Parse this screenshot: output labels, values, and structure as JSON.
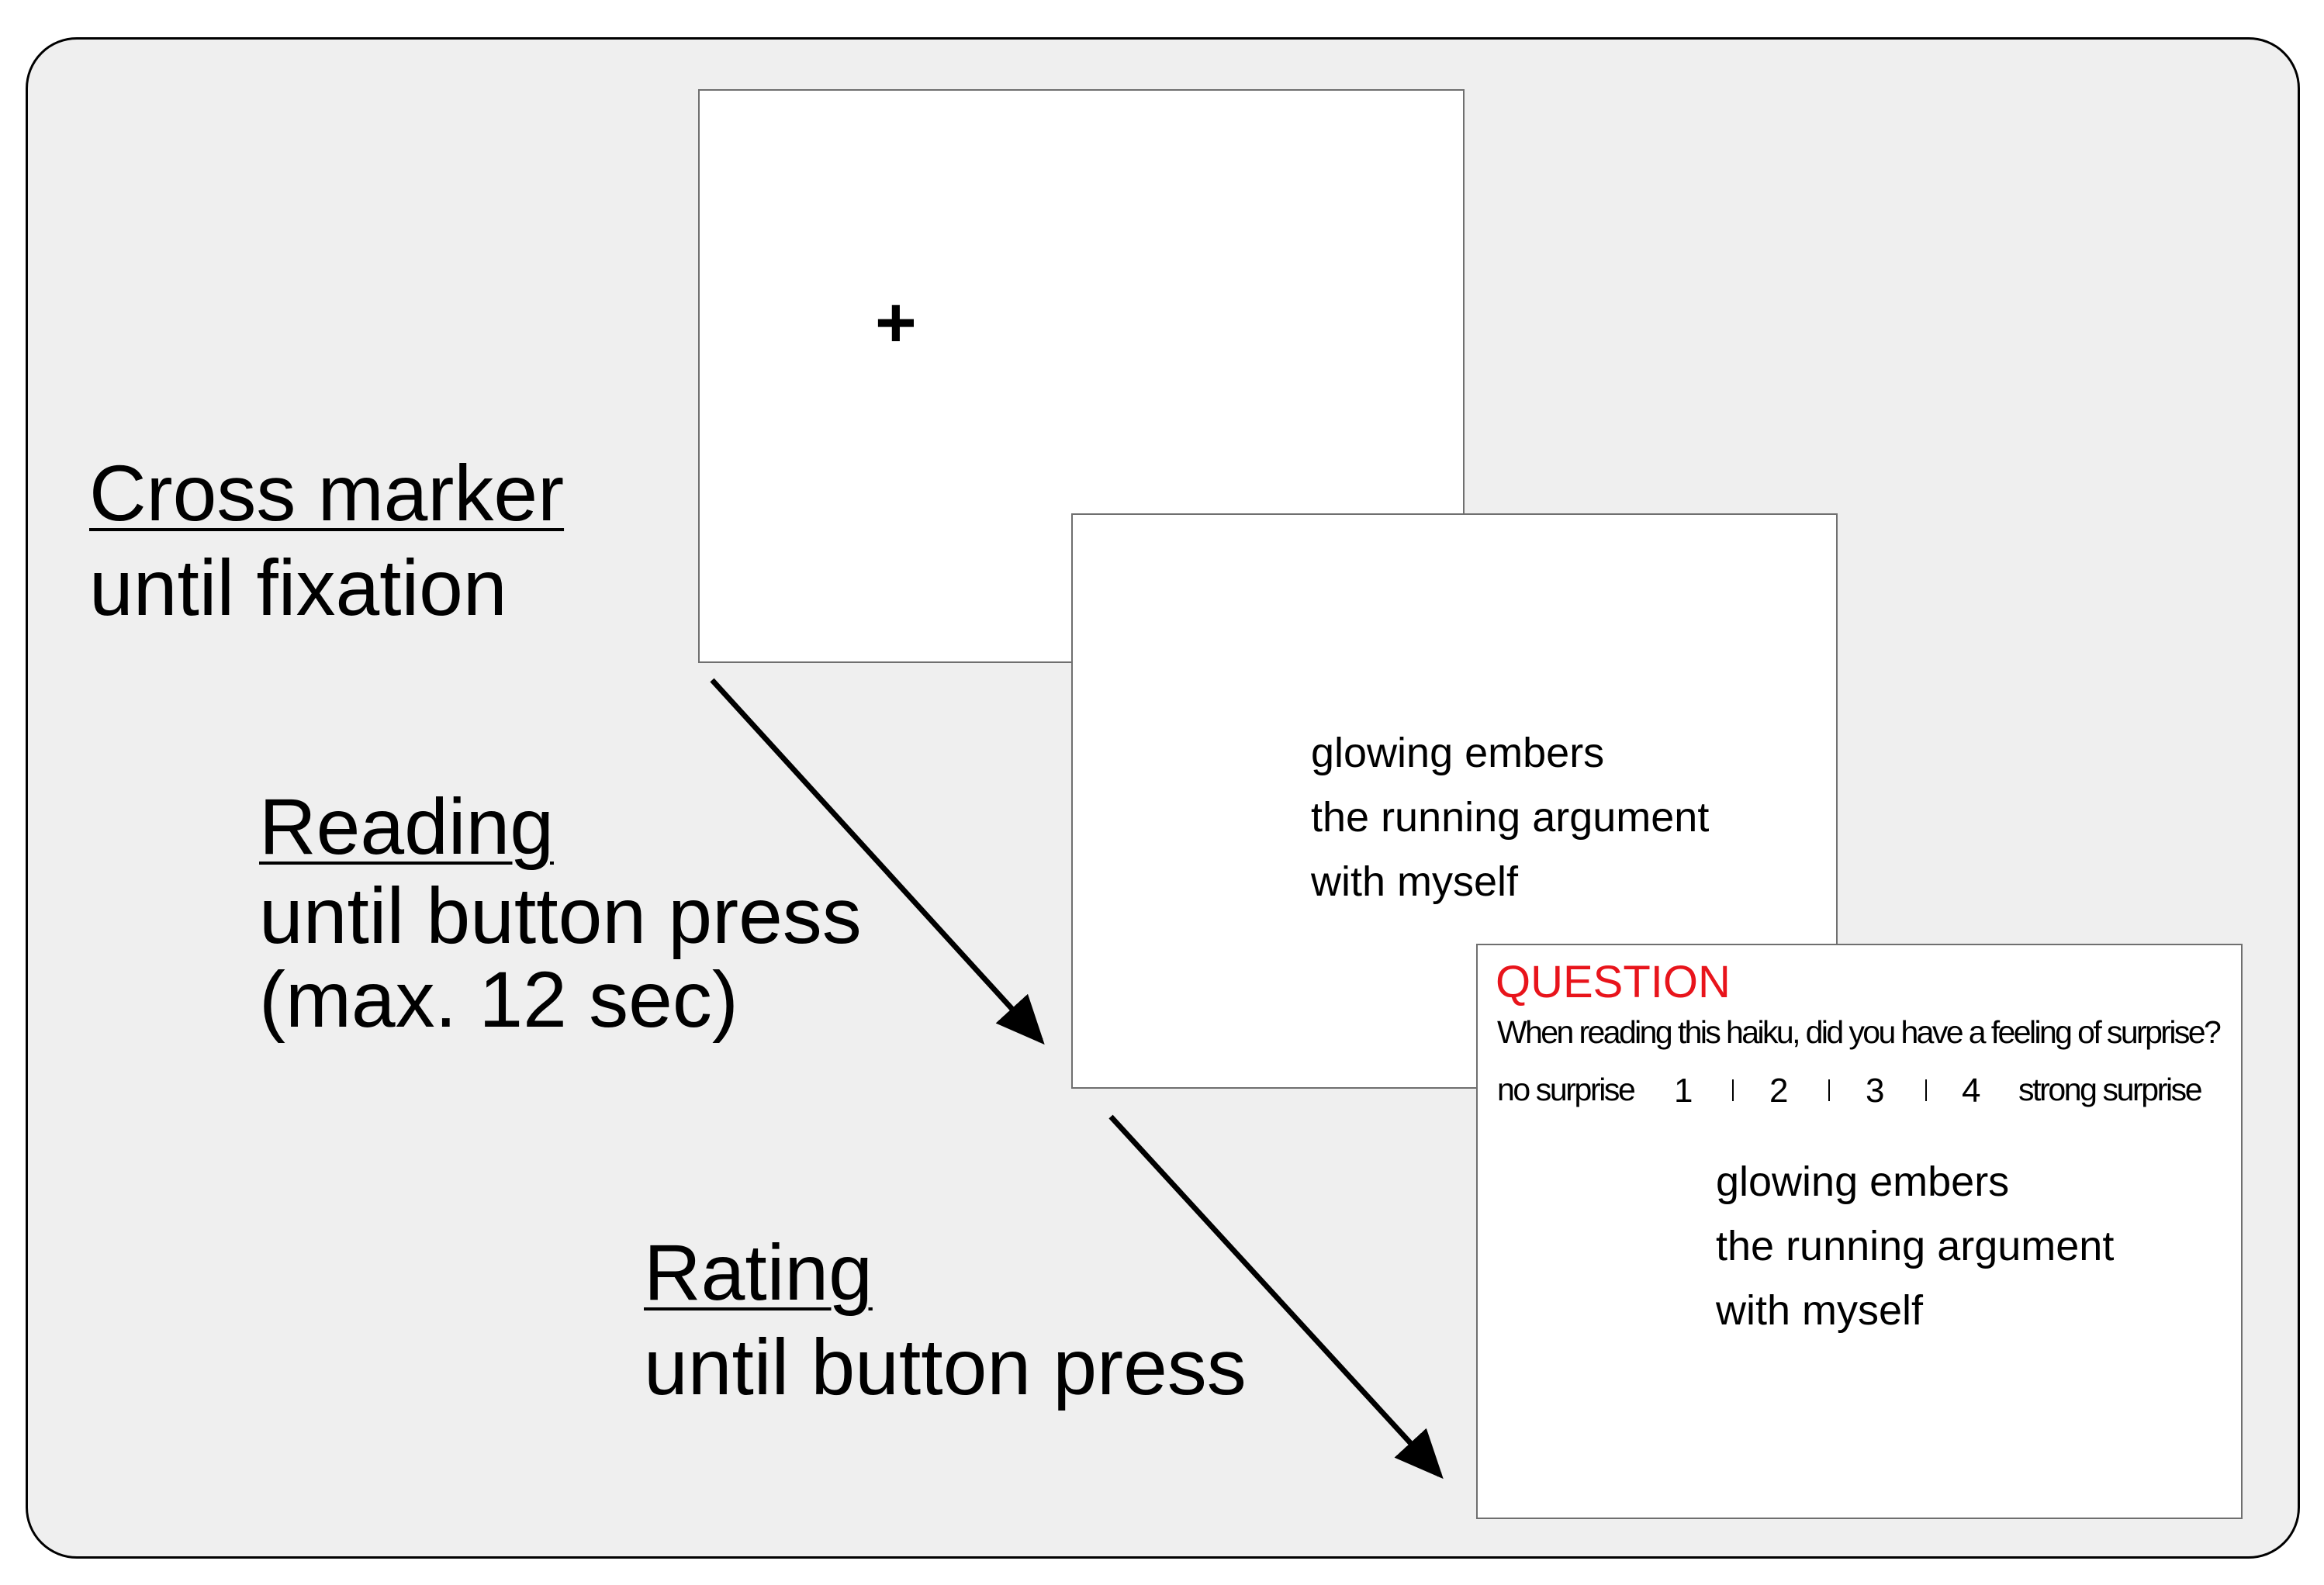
{
  "fixation": {
    "symbol": "+",
    "label": "Cross marker",
    "detail": "until fixation"
  },
  "reading": {
    "label": "Reading",
    "detail_line1": "until button press",
    "detail_line2": "(max. 12 sec)",
    "haiku": [
      "glowing embers",
      "the running argument",
      "with myself"
    ]
  },
  "rating": {
    "label": "Rating",
    "detail": "until button press",
    "question_title": "QUESTION",
    "question_text": "When reading this haiku, did you have a feeling of surprise?",
    "scale_min_label": "no surprise",
    "scale_max_label": "strong surprise",
    "scale_values": [
      "1",
      "2",
      "3",
      "4"
    ],
    "haiku": [
      "glowing embers",
      "the running argument",
      "with myself"
    ]
  },
  "colors": {
    "background": "#efefef",
    "question_title": "#e8141b"
  }
}
